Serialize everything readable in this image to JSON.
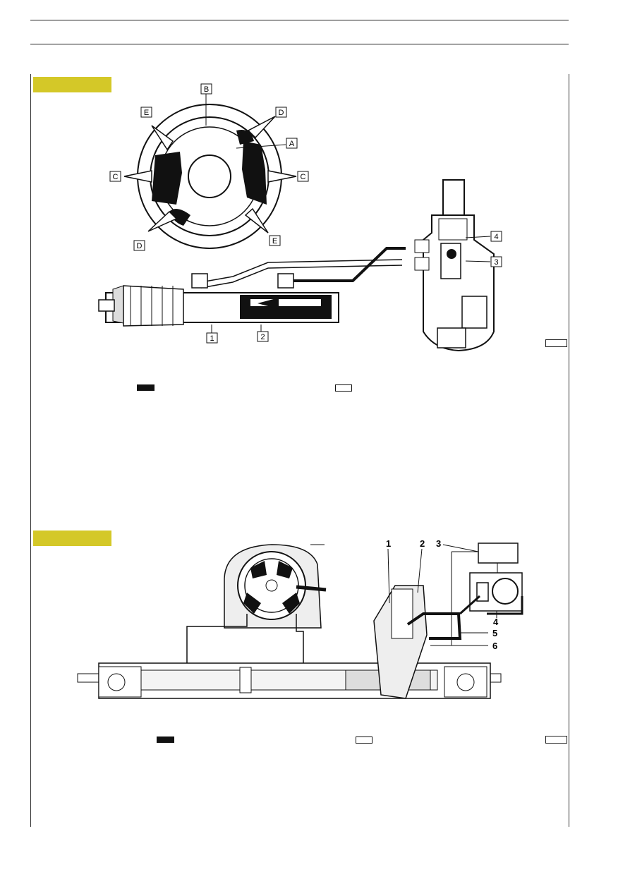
{
  "figure1": {
    "callouts": {
      "B": "B",
      "E_top": "E",
      "D_top": "D",
      "A": "A",
      "C_left": "C",
      "C_right": "C",
      "D_bottom": "D",
      "E_bottom": "E",
      "n1": "1",
      "n2": "2",
      "n3": "3",
      "n4": "4"
    }
  },
  "figure2": {
    "callouts": {
      "n1": "1",
      "n2": "2",
      "n3": "3",
      "n4": "4",
      "n5": "5",
      "n6": "6"
    }
  },
  "colors": {
    "section_tab": "#d4c828",
    "fluid_pressure": "#111111",
    "fluid_return": "#ffffff"
  }
}
